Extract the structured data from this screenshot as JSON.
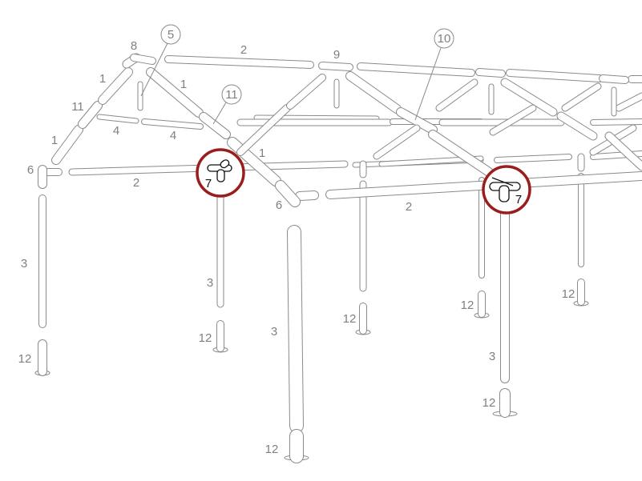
{
  "diagram": {
    "part_labels": [
      "8",
      "2",
      "9",
      "1",
      "1",
      "11",
      "4",
      "4",
      "1",
      "1",
      "6",
      "2",
      "6",
      "2",
      "3",
      "3",
      "3",
      "3",
      "12",
      "12",
      "12",
      "12",
      "12",
      "12",
      "12"
    ],
    "callouts": [
      "5",
      "10",
      "11"
    ],
    "highlighted_part": "7",
    "colors": {
      "tube_outline": "#8a8a8a",
      "highlight_ring": "#9b1c1c",
      "label": "#808080"
    }
  }
}
